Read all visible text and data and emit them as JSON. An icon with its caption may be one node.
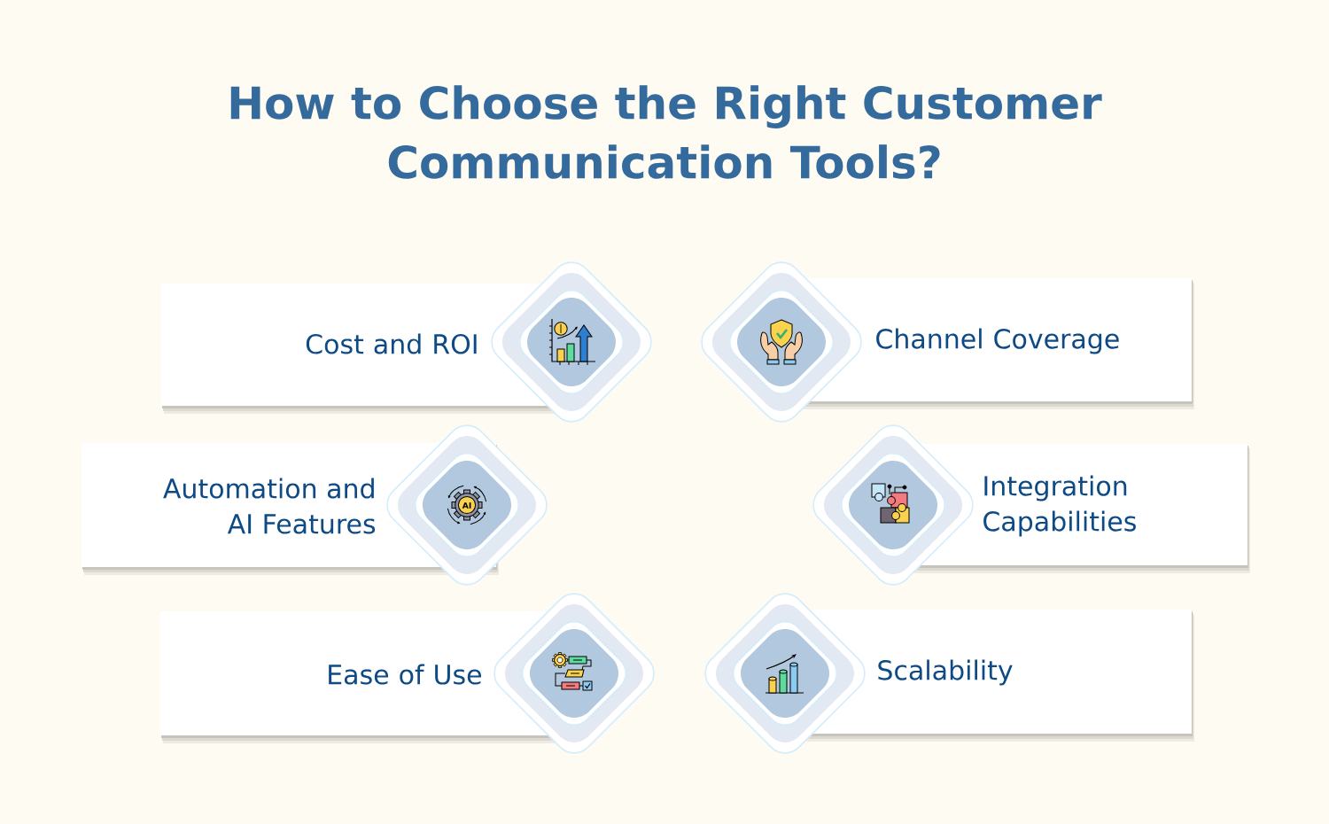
{
  "diagram": {
    "title": "How to Choose the Right Customer Communication Tools?",
    "nodes": [
      {
        "text": [
          "Cost and ROI"
        ]
      },
      {
        "text": [
          "Channel Coverage"
        ]
      },
      {
        "text": [
          "Automation and AI Features"
        ]
      },
      {
        "text": [
          "Integration Capabilities"
        ]
      },
      {
        "text": [
          "Ease of Use"
        ]
      },
      {
        "text": [
          "Scalability"
        ]
      }
    ],
    "labels": [
      "AI"
    ]
  }
}
